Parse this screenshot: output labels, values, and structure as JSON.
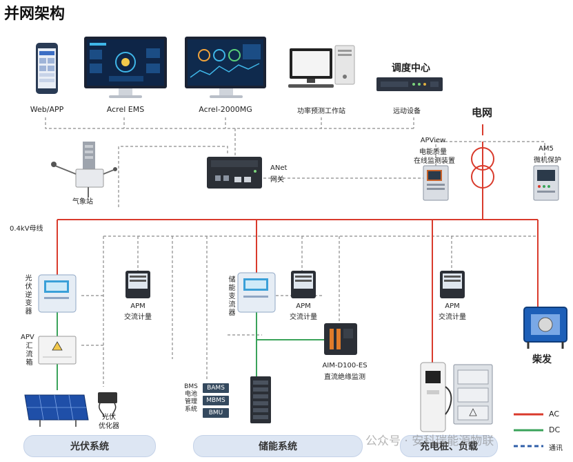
{
  "title": "并网架构",
  "devices": {
    "web_app": "Web/APP",
    "acrel_ems": "Acrel EMS",
    "acrel_2000mg": "Acrel-2000MG",
    "forecast_station": "功率预测工作站",
    "dispatch_center": "调度中心",
    "remote_device": "远动设备",
    "grid": "电网",
    "weather_station": "气象站",
    "anet_line1": "ANet",
    "anet_line2": "网关",
    "apview_line1": "APView",
    "apview_line2": "电能质量",
    "apview_line3": "在线监测装置",
    "am5_line1": "AM5",
    "am5_line2": "微机保护",
    "busbar": "0.4kV母线",
    "pv_inverter": "光伏逆变器",
    "apv_line1": "APV",
    "apv_line2": "汇流箱",
    "pv_optimizer_line1": "光伏",
    "pv_optimizer_line2": "优化器",
    "storage_pcs": "储能变流器",
    "bms": "BMS电池管理系统",
    "bams": "BAMS",
    "mbms": "MBMS",
    "bmu": "BMU",
    "aim_line1": "AIM-D100-ES",
    "aim_line2": "直流绝缘监测",
    "diesel": "柴发",
    "apm_label": "APM",
    "apm_sub": "交流计量"
  },
  "systems": {
    "pv": "光伏系统",
    "storage": "储能系统",
    "charging": "充电桩、负载"
  },
  "legend": {
    "ac": "AC",
    "dc": "DC",
    "comm": "通讯"
  },
  "colors": {
    "ac": "#d93a2b",
    "dc": "#3aa35a",
    "comm": "#2f5fa8",
    "dashed": "#8a8a8a"
  },
  "watermark": "公众号 · 安科瑞能源物联"
}
